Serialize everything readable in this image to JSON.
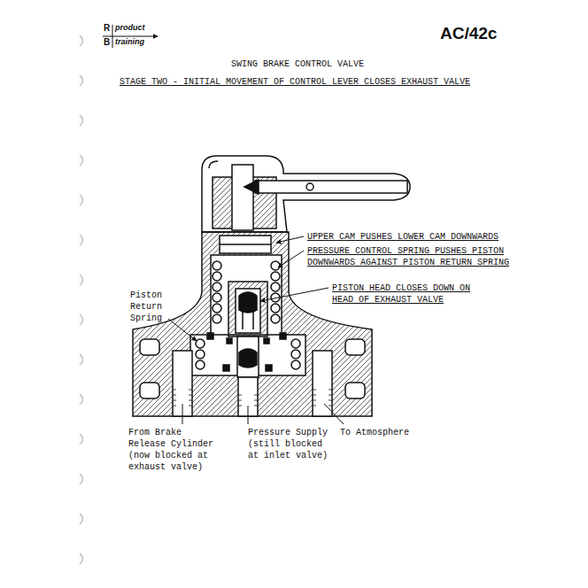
{
  "diagram": {
    "title": "SWING BRAKE CONTROL VALVE",
    "labels": [
      "R",
      "product",
      "B",
      "training",
      "AC/42c",
      "STAGE TWO - INITIAL MOVEMENT OF CONTROL LEVER CLOSES EXHAUST VALVE",
      "UPPER CAM PUSHES LOWER CAM DOWNWARDS",
      "PRESSURE CONTROL SPRING PUSHES PISTON DOWNWARDS AGAINST PISTON RETURN SPRING",
      "PISTON HEAD CLOSES DOWN ON HEAD OF EXHAUST VALVE",
      "Piston Return Spring",
      "From Brake Release Cylinder (now blocked at exhaust valve)",
      "Pressure Supply (still blocked at inlet valve)",
      "To Atmosphere"
    ]
  }
}
